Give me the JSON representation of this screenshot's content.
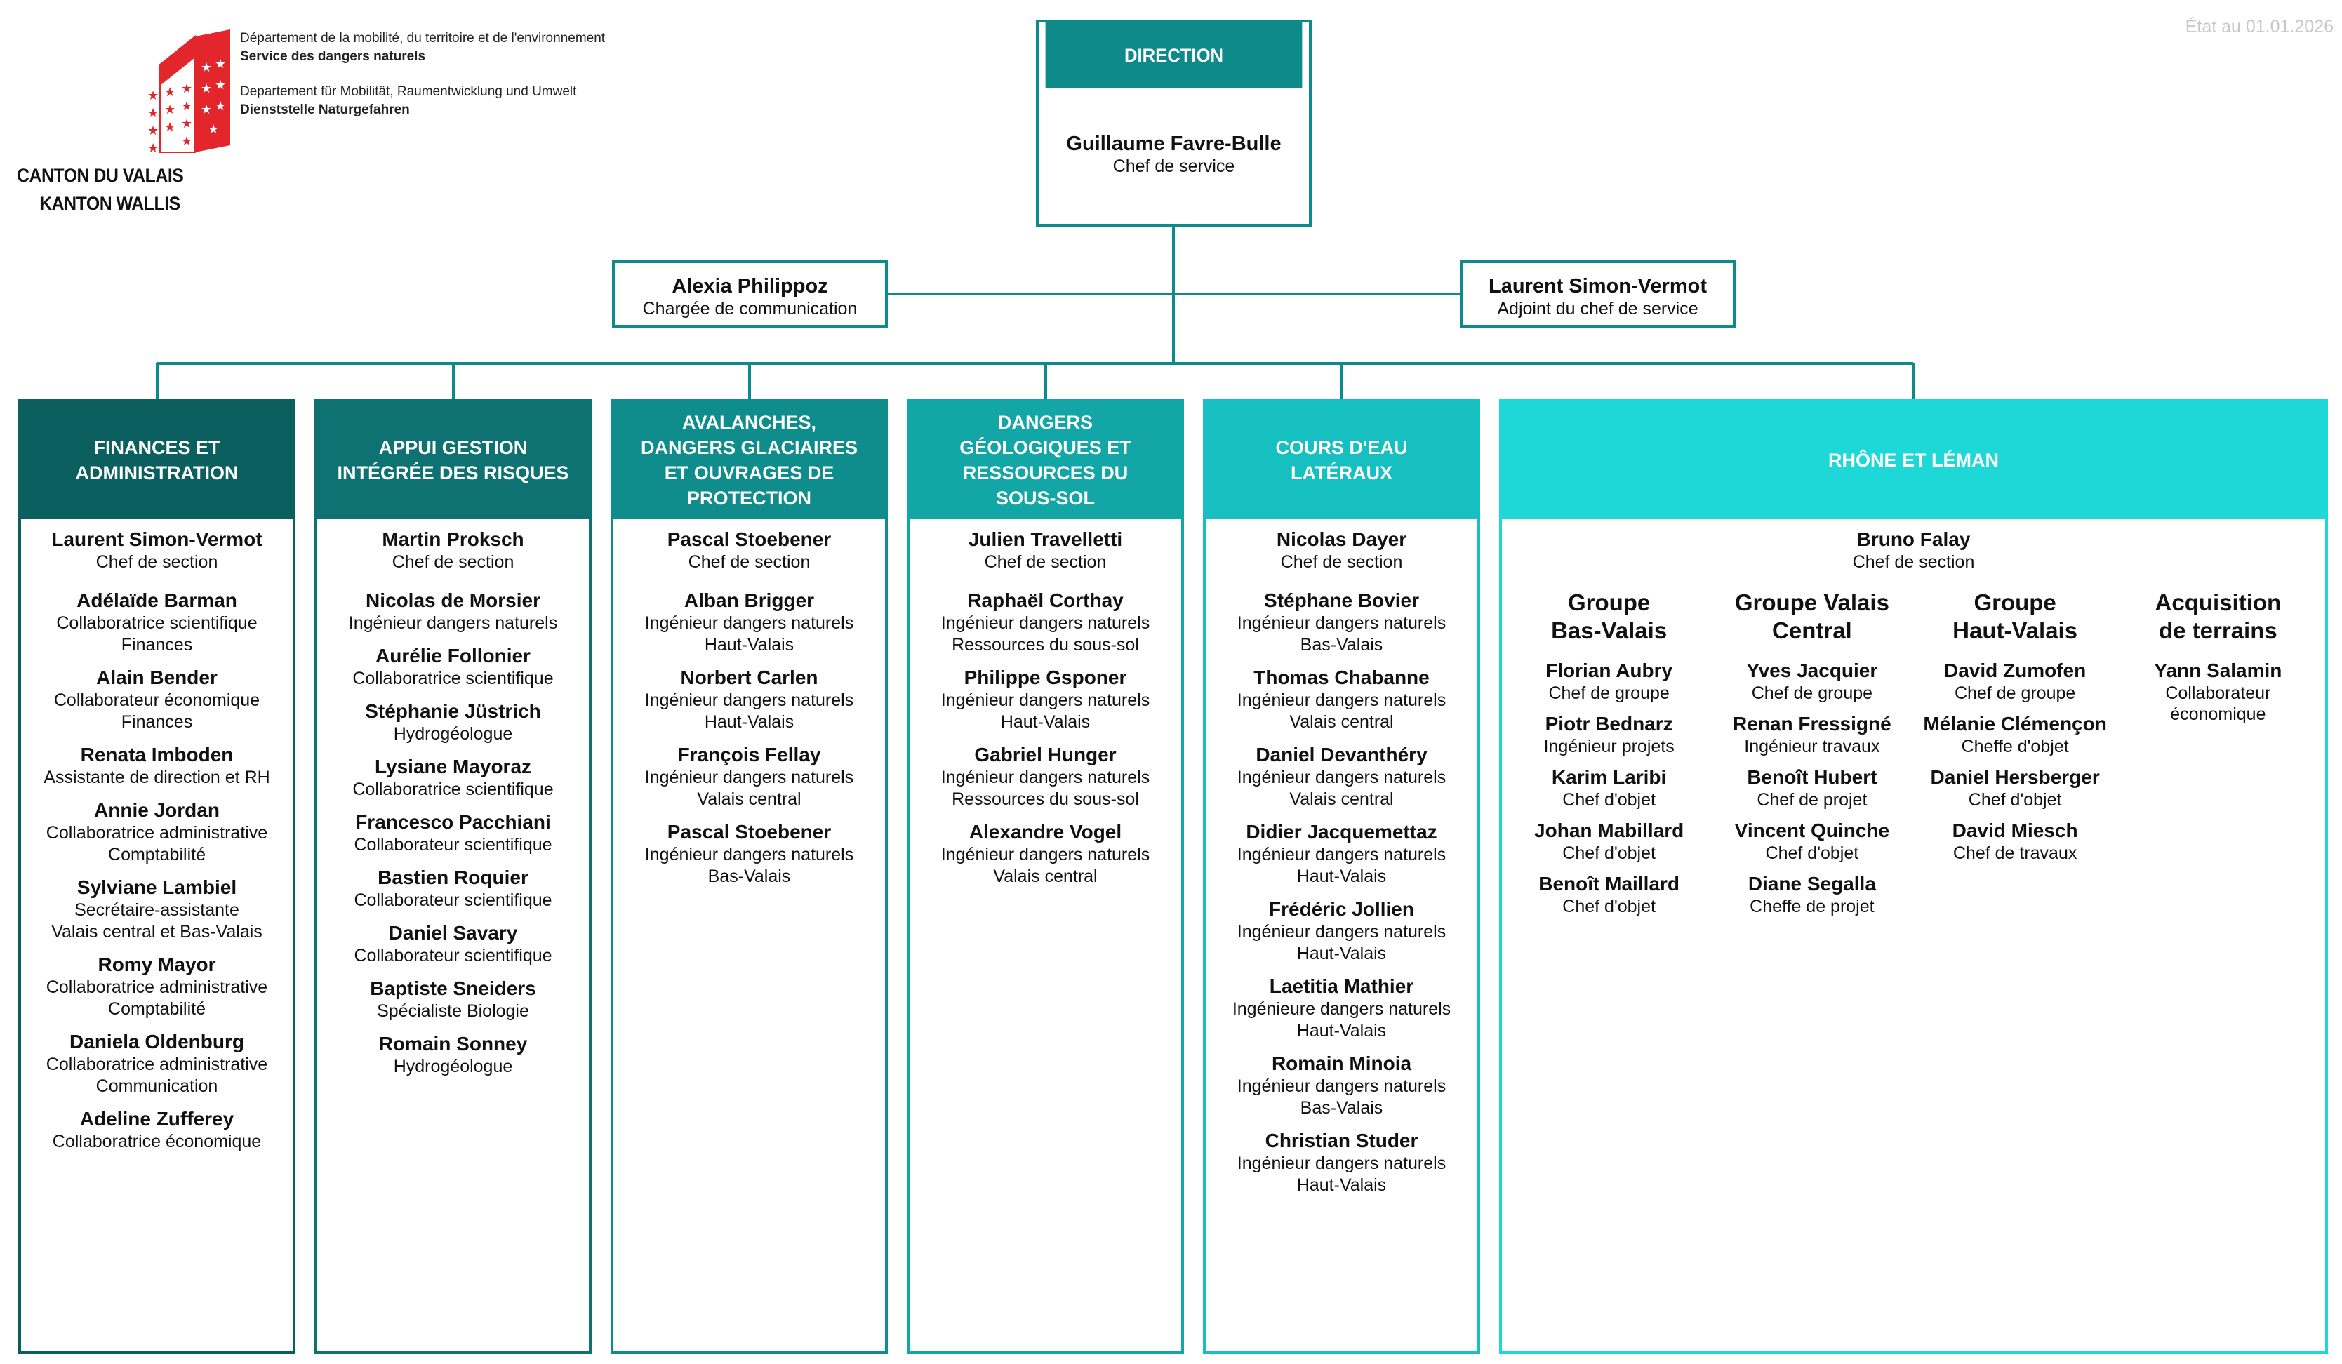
{
  "header": {
    "canton_line1": "CANTON DU VALAIS",
    "canton_line2": "KANTON WALLIS",
    "dept_fr": "Département de la mobilité, du territoire et de l'environnement",
    "service_fr": "Service des dangers naturels",
    "dept_de": "Departement für Mobilität, Raumentwicklung und Umwelt",
    "service_de": "Dienststelle Naturgefahren",
    "state_date": "État au 01.01.2026",
    "crest_icon": "valais-crest-icon"
  },
  "colors": {
    "direction": "#0e8a8a",
    "sections": [
      "#0b5f5f",
      "#0e7272",
      "#0f8c8c",
      "#12a6a6",
      "#16c0c0",
      "#1ed8d8"
    ],
    "crest_red": "#e3262c"
  },
  "direction": {
    "title": "DIRECTION",
    "name": "Guillaume Favre-Bulle",
    "role": "Chef de service"
  },
  "staff": {
    "communication": {
      "name": "Alexia Philippoz",
      "role": "Chargée de communication"
    },
    "adjoint": {
      "name": "Laurent Simon-Vermot",
      "role": "Adjoint du chef de service"
    }
  },
  "sections": [
    {
      "title": [
        "FINANCES ET",
        "ADMINISTRATION"
      ],
      "chef": {
        "name": "Laurent Simon-Vermot",
        "role": "Chef de section"
      },
      "people": [
        {
          "name": "Adélaïde Barman",
          "lines": [
            "Collaboratrice scientifique",
            "Finances"
          ]
        },
        {
          "name": "Alain Bender",
          "lines": [
            "Collaborateur économique",
            "Finances"
          ]
        },
        {
          "name": "Renata Imboden",
          "lines": [
            "Assistante de direction et RH"
          ]
        },
        {
          "name": "Annie Jordan",
          "lines": [
            "Collaboratrice administrative",
            "Comptabilité"
          ]
        },
        {
          "name": "Sylviane Lambiel",
          "lines": [
            "Secrétaire-assistante",
            "Valais central et Bas-Valais"
          ]
        },
        {
          "name": "Romy Mayor",
          "lines": [
            "Collaboratrice administrative",
            "Comptabilité"
          ]
        },
        {
          "name": "Daniela Oldenburg",
          "lines": [
            "Collaboratrice administrative",
            "Communication"
          ]
        },
        {
          "name": "Adeline Zufferey",
          "lines": [
            "Collaboratrice économique"
          ]
        }
      ]
    },
    {
      "title": [
        "APPUI GESTION",
        "INTÉGRÉE DES RISQUES"
      ],
      "chef": {
        "name": "Martin Proksch",
        "role": "Chef de section"
      },
      "people": [
        {
          "name": "Nicolas de Morsier",
          "lines": [
            "Ingénieur dangers naturels"
          ]
        },
        {
          "name": "Aurélie Follonier",
          "lines": [
            "Collaboratrice scientifique"
          ]
        },
        {
          "name": "Stéphanie Jüstrich",
          "lines": [
            "Hydrogéologue"
          ]
        },
        {
          "name": "Lysiane Mayoraz",
          "lines": [
            "Collaboratrice scientifique"
          ]
        },
        {
          "name": "Francesco Pacchiani",
          "lines": [
            "Collaborateur scientifique"
          ]
        },
        {
          "name": "Bastien Roquier",
          "lines": [
            "Collaborateur scientifique"
          ]
        },
        {
          "name": "Daniel Savary",
          "lines": [
            "Collaborateur scientifique"
          ]
        },
        {
          "name": "Baptiste Sneiders",
          "lines": [
            "Spécialiste Biologie"
          ]
        },
        {
          "name": "Romain Sonney",
          "lines": [
            "Hydrogéologue"
          ]
        }
      ]
    },
    {
      "title": [
        "AVALANCHES,",
        "DANGERS GLACIAIRES",
        "ET OUVRAGES DE",
        "PROTECTION"
      ],
      "chef": {
        "name": "Pascal Stoebener",
        "role": "Chef de section"
      },
      "people": [
        {
          "name": "Alban Brigger",
          "lines": [
            "Ingénieur dangers naturels",
            "Haut-Valais"
          ]
        },
        {
          "name": "Norbert Carlen",
          "lines": [
            "Ingénieur dangers naturels",
            "Haut-Valais"
          ]
        },
        {
          "name": "François Fellay",
          "lines": [
            "Ingénieur dangers naturels",
            "Valais central"
          ]
        },
        {
          "name": "Pascal Stoebener",
          "lines": [
            "Ingénieur dangers naturels",
            "Bas-Valais"
          ]
        }
      ]
    },
    {
      "title": [
        "DANGERS",
        "GÉOLOGIQUES ET",
        "RESSOURCES DU",
        "SOUS-SOL"
      ],
      "chef": {
        "name": "Julien Travelletti",
        "role": "Chef de section"
      },
      "people": [
        {
          "name": "Raphaël Corthay",
          "lines": [
            "Ingénieur dangers naturels",
            "Ressources du sous-sol"
          ]
        },
        {
          "name": "Philippe Gsponer",
          "lines": [
            "Ingénieur dangers naturels",
            "Haut-Valais"
          ]
        },
        {
          "name": "Gabriel Hunger",
          "lines": [
            "Ingénieur dangers naturels",
            "Ressources du sous-sol"
          ]
        },
        {
          "name": "Alexandre Vogel",
          "lines": [
            "Ingénieur dangers naturels",
            "Valais central"
          ]
        }
      ]
    },
    {
      "title": [
        "COURS D'EAU",
        "LATÉRAUX"
      ],
      "chef": {
        "name": "Nicolas Dayer",
        "role": "Chef de section"
      },
      "people": [
        {
          "name": "Stéphane Bovier",
          "lines": [
            "Ingénieur dangers naturels",
            "Bas-Valais"
          ]
        },
        {
          "name": "Thomas Chabanne",
          "lines": [
            "Ingénieur dangers naturels",
            "Valais central"
          ]
        },
        {
          "name": "Daniel Devanthéry",
          "lines": [
            "Ingénieur dangers naturels",
            "Valais central"
          ]
        },
        {
          "name": "Didier Jacquemettaz",
          "lines": [
            "Ingénieur dangers naturels",
            "Haut-Valais"
          ]
        },
        {
          "name": "Frédéric Jollien",
          "lines": [
            "Ingénieur dangers naturels",
            "Haut-Valais"
          ]
        },
        {
          "name": "Laetitia Mathier",
          "lines": [
            "Ingénieure dangers naturels",
            "Haut-Valais"
          ]
        },
        {
          "name": "Romain Minoia",
          "lines": [
            "Ingénieur dangers naturels",
            "Bas-Valais"
          ]
        },
        {
          "name": "Christian Studer",
          "lines": [
            "Ingénieur dangers naturels",
            "Haut-Valais"
          ]
        }
      ]
    },
    {
      "title": [
        "RHÔNE ET LÉMAN"
      ],
      "chef": {
        "name": "Bruno Falay",
        "role": "Chef de section"
      },
      "groups": [
        {
          "title": [
            "Groupe",
            "Bas-Valais"
          ],
          "people": [
            {
              "name": "Florian Aubry",
              "lines": [
                "Chef de groupe"
              ]
            },
            {
              "name": "Piotr Bednarz",
              "lines": [
                "Ingénieur projets"
              ]
            },
            {
              "name": "Karim Laribi",
              "lines": [
                "Chef d'objet"
              ]
            },
            {
              "name": "Johan Mabillard",
              "lines": [
                "Chef d'objet"
              ]
            },
            {
              "name": "Benoît Maillard",
              "lines": [
                "Chef d'objet"
              ]
            }
          ]
        },
        {
          "title": [
            "Groupe Valais",
            "Central"
          ],
          "people": [
            {
              "name": "Yves Jacquier",
              "lines": [
                "Chef de groupe"
              ]
            },
            {
              "name": "Renan Fressigné",
              "lines": [
                "Ingénieur travaux"
              ]
            },
            {
              "name": "Benoît Hubert",
              "lines": [
                "Chef de projet"
              ]
            },
            {
              "name": "Vincent Quinche",
              "lines": [
                "Chef d'objet"
              ]
            },
            {
              "name": "Diane Segalla",
              "lines": [
                "Cheffe de projet"
              ]
            }
          ]
        },
        {
          "title": [
            "Groupe",
            "Haut-Valais"
          ],
          "people": [
            {
              "name": "David Zumofen",
              "lines": [
                "Chef de groupe"
              ]
            },
            {
              "name": "Mélanie Clémençon",
              "lines": [
                "Cheffe d'objet"
              ]
            },
            {
              "name": "Daniel Hersberger",
              "lines": [
                "Chef d'objet"
              ]
            },
            {
              "name": "David Miesch",
              "lines": [
                "Chef de travaux"
              ]
            }
          ]
        },
        {
          "title": [
            "Acquisition",
            "de terrains"
          ],
          "people": [
            {
              "name": "Yann Salamin",
              "lines": [
                "Collaborateur",
                "économique"
              ]
            }
          ]
        }
      ]
    }
  ]
}
